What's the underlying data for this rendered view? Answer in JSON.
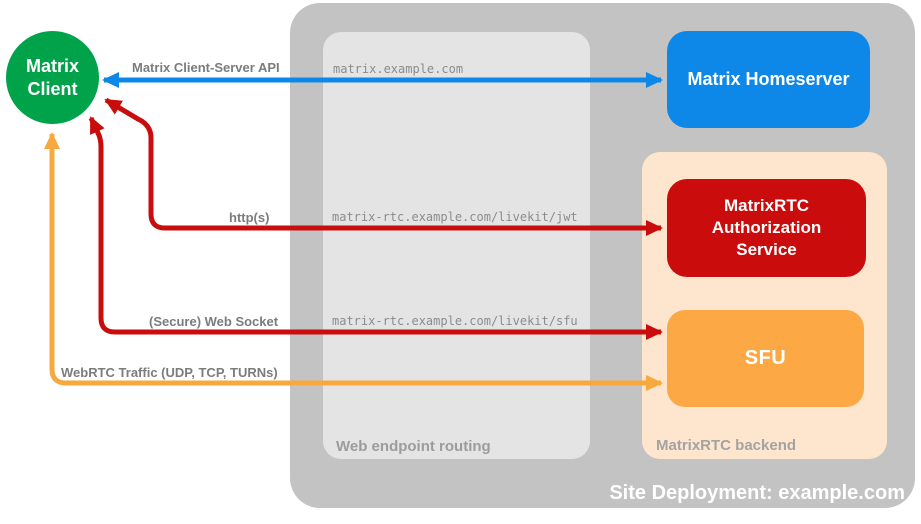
{
  "diagram": {
    "background": "#ffffff",
    "client": {
      "label": "Matrix Client",
      "fill": "#00a34a",
      "text_color": "#ffffff"
    },
    "site": {
      "label": "Site Deployment: example.com",
      "fill": "#c3c3c3",
      "label_color": "#ffffff"
    },
    "routing": {
      "label": "Web endpoint routing",
      "fill": "#e4e4e4",
      "label_color": "#9c9c9c",
      "endpoint_color": "#8c8c8c",
      "endpoints": [
        "matrix.example.com",
        "matrix-rtc.example.com/livekit/jwt",
        "matrix-rtc.example.com/livekit/sfu"
      ]
    },
    "homeserver": {
      "label": "Matrix Homeserver",
      "fill": "#0e88e8",
      "text_color": "#ffffff"
    },
    "backend": {
      "label": "MatrixRTC backend",
      "fill": "#fde6cd",
      "label_color": "#a3a3a3",
      "auth_service": {
        "label": "MatrixRTC Authorization Service",
        "fill": "#cb0c0c",
        "text_color": "#ffffff"
      },
      "sfu": {
        "label": "SFU",
        "fill": "#fca844",
        "text_color": "#ffffff"
      }
    },
    "connections": [
      {
        "label": "Matrix Client-Server API",
        "color": "#0e88e8",
        "from": "Matrix Client",
        "to": "Matrix Homeserver",
        "style": "bidirectional"
      },
      {
        "label": "http(s)",
        "color": "#c90d0d",
        "from": "Matrix Client",
        "to": "MatrixRTC Authorization Service",
        "style": "bidirectional"
      },
      {
        "label": "(Secure) Web Socket",
        "color": "#c90d0d",
        "from": "Matrix Client",
        "to": "SFU",
        "style": "bidirectional"
      },
      {
        "label": "WebRTC Traffic (UDP, TCP, TURNs)",
        "color": "#f7a93f",
        "from": "Matrix Client",
        "to": "SFU",
        "style": "bidirectional"
      }
    ],
    "connection_label_color": "#7c7c7c"
  }
}
